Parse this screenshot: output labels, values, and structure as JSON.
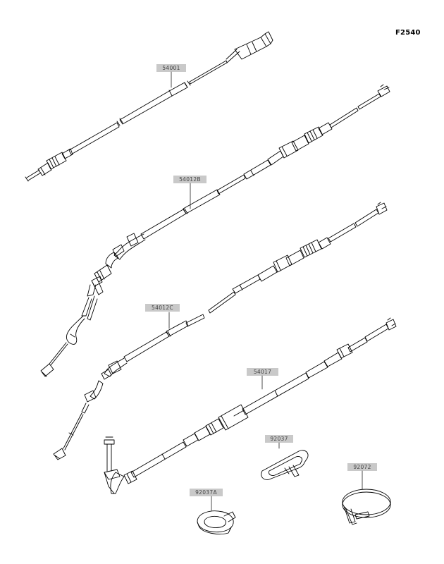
{
  "figure_code": "F2540",
  "parts": [
    {
      "number": "54001"
    },
    {
      "number": "54012B"
    },
    {
      "number": "54012C"
    },
    {
      "number": "54017"
    },
    {
      "number": "92037"
    },
    {
      "number": "92072"
    },
    {
      "number": "92037A"
    }
  ],
  "colors": {
    "line": "#000000",
    "label_bg": "#c9c9c9",
    "label_text": "#444444"
  }
}
